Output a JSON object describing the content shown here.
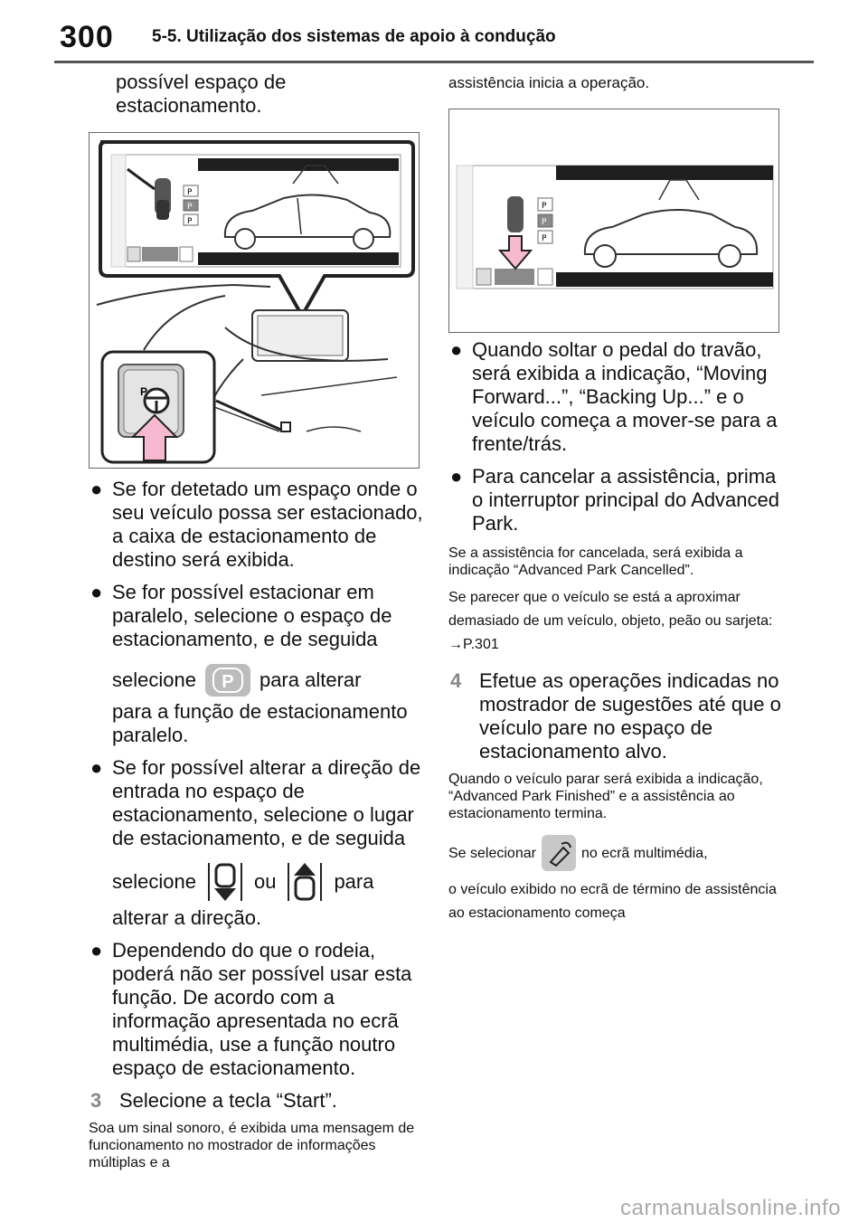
{
  "header": {
    "page_number": "300",
    "section": "5-5. Utilização dos sistemas de apoio à condução"
  },
  "left": {
    "intro": "possível espaço de estacionamento.",
    "bullets": [
      "Se for detetado um espaço onde o seu veículo possa ser estacionado, a caixa de estacionamento de destino será exibida.",
      "Se for possível estacionar em paralelo, selecione o espaço de estacionamento, e de seguida"
    ],
    "b2_select": "selecione",
    "b2_after": "para alterar",
    "b2_end": "para a função de estacionamento paralelo.",
    "bullet3": "Se for possível alterar a direção de entrada no espaço de estacionamento, selecione o lugar de estacionamento, e de seguida",
    "b3_select": "selecione",
    "b3_or": "ou",
    "b3_para": "para",
    "b3_end": "alterar a direção.",
    "bullet4": "Dependendo do que o rodeia, poderá não ser possível usar esta função. De acordo com a informação apresentada no ecrã multimédia, use a função noutro espaço de estacionamento.",
    "step3_num": "3",
    "step3": "Selecione a tecla “Start”.",
    "step3_note": "Soa um sinal sonoro, é exibida uma mensagem de funcionamento no mostrador de informações múltiplas e a"
  },
  "right": {
    "intro": "assistência inicia a operação.",
    "bullets": [
      "Quando soltar o pedal do travão, será exibida a indicação, “Moving Forward...”, “Backing Up...” e o veículo começa a mover-se para a frente/trás.",
      "Para cancelar a assistência, prima o interruptor principal do Advanced Park."
    ],
    "note1": "Se a assistência for cancelada, será exibida a indicação “Advanced Park Cancelled”.",
    "note2": "Se parecer que o veículo se está a aproximar demasiado de um veículo, objeto, peão ou sarjeta: →P.301",
    "step4_num": "4",
    "step4": "Efetue as operações indicadas no mostrador de sugestões até que o veículo pare no espaço de estacionamento alvo.",
    "note3": "Quando o veículo parar será exibida a indicação, “Advanced Park Finished” e a assistência ao estacionamento termina.",
    "note4_a": "Se selecionar",
    "note4_b": "no ecrã multimédia,",
    "note4_c": "o veículo exibido no ecrã de término de assistência ao estacionamento começa"
  },
  "figure": {
    "p_label": "P",
    "btn_label": "P"
  },
  "footer": {
    "url": "carmanualsonline.info"
  },
  "colors": {
    "highlight_pink": "#f6b9cf",
    "screen_dark": "#1e1e1e",
    "slot_gray": "#8a8a8a"
  },
  "icons": [
    "parking-p-button-icon",
    "front-entry-icon",
    "rear-entry-icon",
    "swap-view-icon",
    "steering-assist-icon",
    "arrow-icon"
  ]
}
